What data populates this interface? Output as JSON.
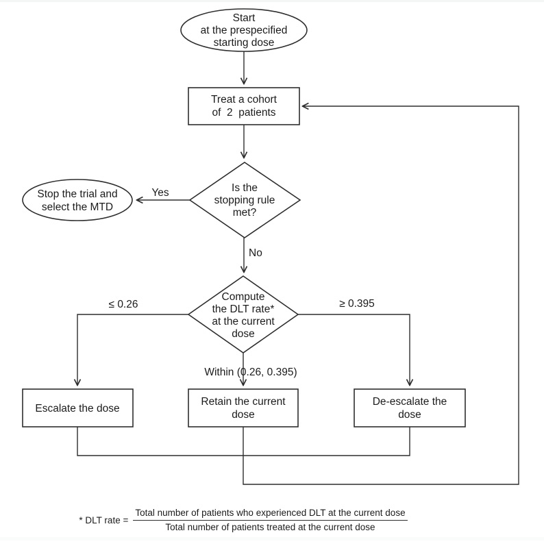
{
  "flowchart": {
    "nodes": {
      "start": {
        "line1": "Start",
        "line2": "at the prespecified",
        "line3": "starting dose"
      },
      "treat": {
        "line1": "Treat a cohort",
        "line2": "of  2  patients"
      },
      "stopping_rule": {
        "line1": "Is the",
        "line2": "stopping rule",
        "line3": "met?"
      },
      "stop_trial": {
        "line1": "Stop the trial and",
        "line2": "select the MTD"
      },
      "compute_dlt": {
        "line1": "Compute",
        "line2": "the DLT rate*",
        "line3": "at the current",
        "line4": "dose"
      },
      "escalate": {
        "line1": "Escalate the dose"
      },
      "retain": {
        "line1": "Retain the current",
        "line2": "dose"
      },
      "deescalate": {
        "line1": "De-escalate the",
        "line2": "dose"
      }
    },
    "edge_labels": {
      "yes": "Yes",
      "no": "No",
      "low": "≤ 0.26",
      "high": "≥ 0.395",
      "within": "Within (0.26, 0.395)"
    },
    "footnote": {
      "prefix": "* DLT rate =",
      "numerator": "Total number of patients who experienced DLT at the current dose",
      "denominator": "Total number of patients treated at the current dose"
    },
    "colors": {
      "line": "#2d2d2d",
      "text": "#1b1b1b",
      "background": "#ffffff"
    }
  }
}
